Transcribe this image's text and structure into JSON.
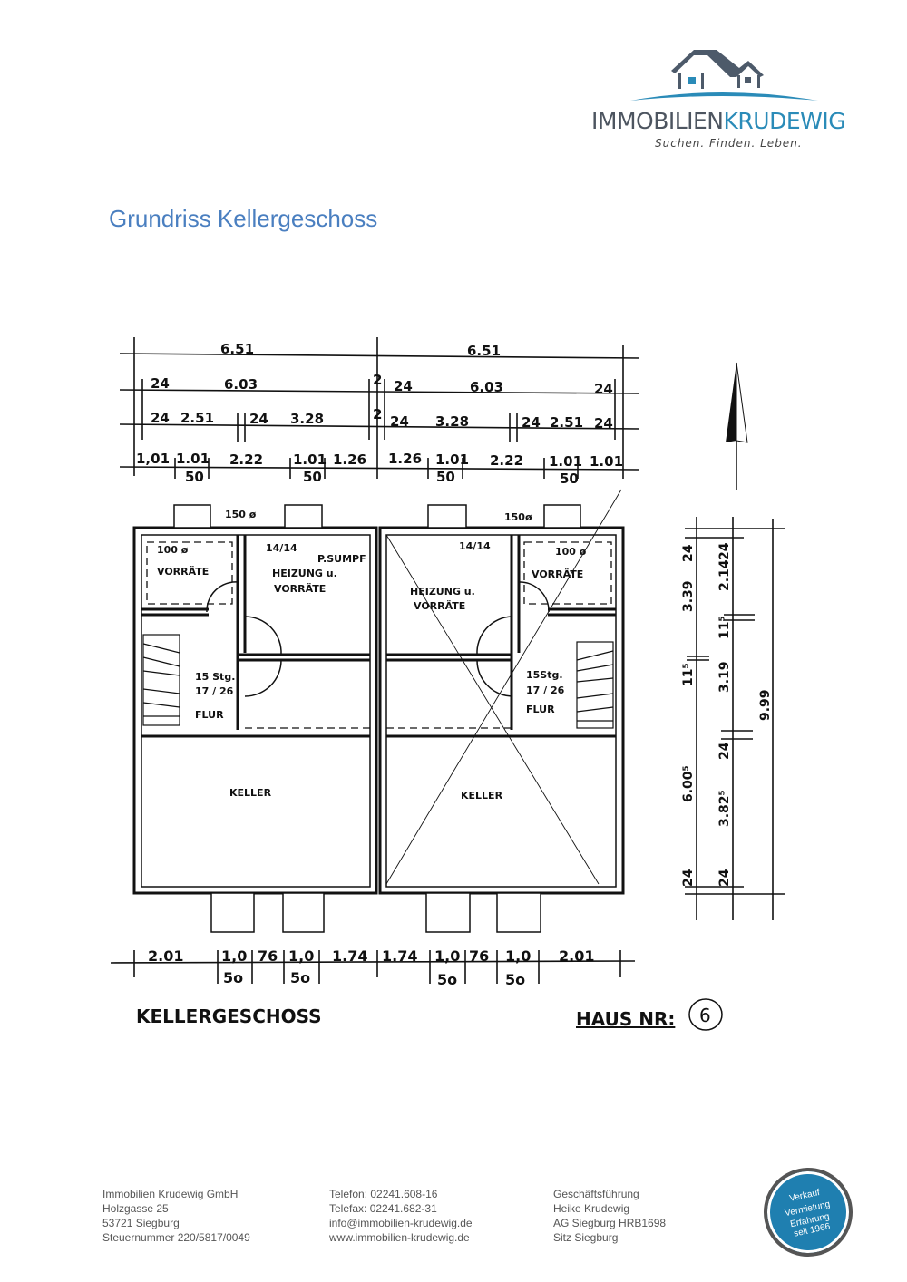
{
  "logo": {
    "brand_part1": "IMMOBILIEN",
    "brand_part2": "KRUDEWIG",
    "tagline": "Suchen. Finden. Leben."
  },
  "title": "Grundriss Kellergeschoss",
  "plan": {
    "top_dims": {
      "row1": [
        "6.51",
        "6.51"
      ],
      "row2": [
        "24",
        "6.03",
        "2",
        "24",
        "6.03",
        "24"
      ],
      "row3": [
        "24",
        "2.51",
        "24",
        "3.28",
        "2",
        "24",
        "3.28",
        "24",
        "2.51",
        "24"
      ],
      "row4": [
        "1,01",
        "1.01",
        "2.22",
        "1.01",
        "1.26",
        "1.26",
        "1.01",
        "2.22",
        "1.01",
        "1.01"
      ],
      "row4_sub": [
        "50",
        "50",
        "50",
        "50"
      ]
    },
    "rooms": {
      "left": {
        "vorraete": "VORRÄTE",
        "vorraete_dia": "100 ø",
        "heizung1": "HEIZUNG u.",
        "heizung2": "VORRÄTE",
        "vent": "150 ø",
        "flue": "14/14",
        "sump": "P.SUMPF",
        "stairs1": "15 Stg.",
        "stairs2": "17 / 26",
        "flur": "FLUR",
        "keller": "KELLER"
      },
      "right": {
        "vorraete": "VORRÄTE",
        "vorraete_dia": "100 ø",
        "heizung1": "HEIZUNG u.",
        "heizung2": "VORRÄTE",
        "vent": "150ø",
        "flue": "14/14",
        "stairs1": "15Stg.",
        "stairs2": "17 / 26",
        "flur": "FLUR",
        "keller": "KELLER"
      }
    },
    "bottom_dims": [
      "2.01",
      "1,0",
      "76",
      "1,0",
      "1.74",
      "1.74",
      "1,0",
      "76",
      "1,0",
      "2.01"
    ],
    "bottom_dims_sub": [
      "5o",
      "5o",
      "5o",
      "5o"
    ],
    "side_dims": {
      "col1": [
        "24",
        "3.39",
        "11⁵",
        "6.00⁵",
        "24"
      ],
      "col2": [
        "24",
        "2.14",
        "11⁵",
        "3.19",
        "24",
        "3.82⁵",
        "24"
      ],
      "col3": [
        "9.99"
      ]
    },
    "floor_label": "KELLERGESCHOSS",
    "haus_label": "HAUS NR:",
    "haus_number": "6"
  },
  "footer": {
    "col1": [
      "Immobilien Krudewig GmbH",
      "Holzgasse 25",
      "53721 Siegburg",
      "Steuernummer 220/5817/0049"
    ],
    "col2": [
      "Telefon: 02241.608-16",
      "Telefax: 02241.682-31",
      "info@immobilien-krudewig.de",
      "www.immobilien-krudewig.de"
    ],
    "col3": [
      "Geschäftsführung",
      "Heike Krudewig",
      "AG Siegburg HRB1698",
      "Sitz Siegburg"
    ],
    "badge": [
      "Verkauf",
      "Vermietung",
      "Erfahrung",
      "seit 1966"
    ]
  }
}
